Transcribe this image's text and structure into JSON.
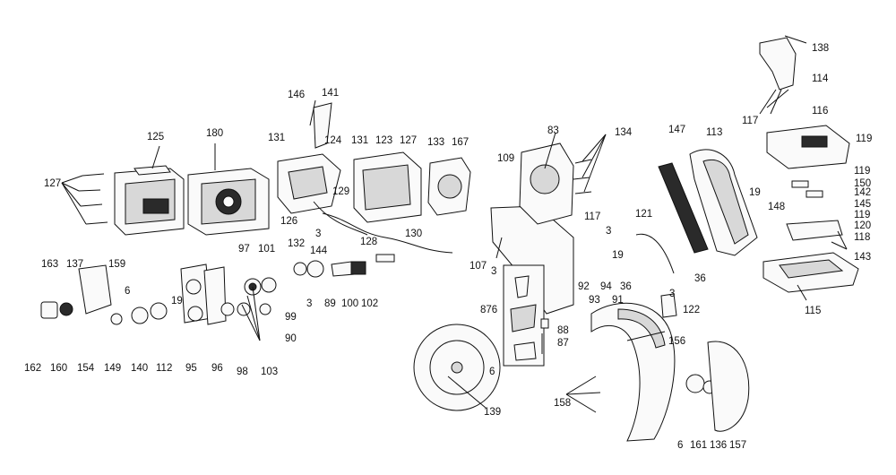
{
  "diagram": {
    "kind": "exploded-parts-diagram",
    "colors": {
      "line": "#111111",
      "background": "#ffffff",
      "fill": "#fafafa",
      "dark": "#2a2a2a"
    },
    "callouts": [
      "138",
      "114",
      "117",
      "116",
      "119",
      "119",
      "150",
      "142",
      "145",
      "119",
      "120",
      "118",
      "143",
      "148",
      "115",
      "147",
      "113",
      "19",
      "36",
      "121",
      "122",
      "134",
      "117",
      "83",
      "109",
      "3",
      "107",
      "3",
      "19",
      "92",
      "94",
      "36",
      "93",
      "91",
      "3",
      "876",
      "88",
      "87",
      "6",
      "139",
      "156",
      "158",
      "6",
      "161",
      "136",
      "157",
      "125",
      "127",
      "180",
      "146",
      "141",
      "131",
      "124",
      "131",
      "123",
      "127",
      "133",
      "167",
      "126",
      "132",
      "129",
      "144",
      "3",
      "128",
      "130",
      "163",
      "137",
      "159",
      "6",
      "162",
      "160",
      "154",
      "149",
      "140",
      "112",
      "19",
      "95",
      "96",
      "97",
      "101",
      "99",
      "3",
      "89",
      "100",
      "102",
      "90",
      "98",
      "103"
    ]
  }
}
